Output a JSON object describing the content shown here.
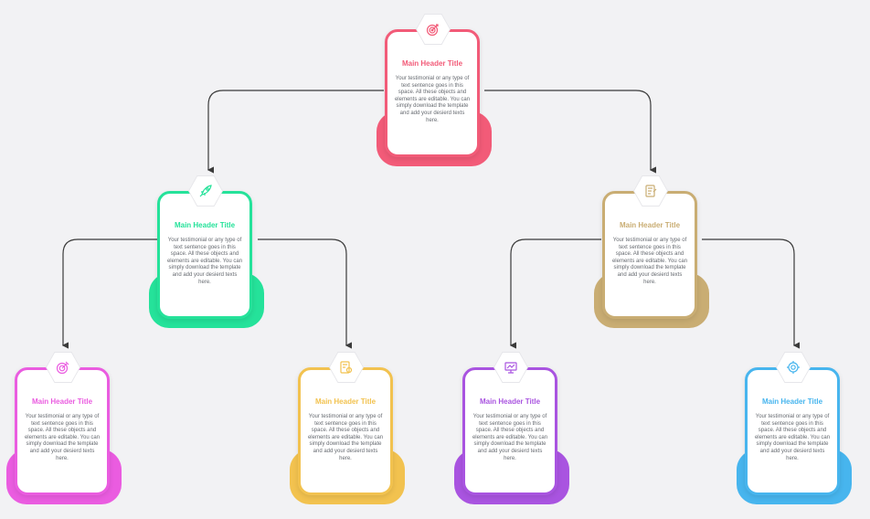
{
  "nodes": [
    {
      "id": "top",
      "title": "Main Header Title",
      "body": "Your testimonial or any type of text sentence goes in this space. All these objects and elements are editable. You can simply download the template and add your desierd texts here.",
      "color": "#f25b78",
      "icon": "target-arrow-icon"
    },
    {
      "id": "mid-left",
      "title": "Main Header Title",
      "body": "Your testimonial or any type of text sentence goes in this space. All these objects and elements are editable. You can simply download the template and add your desierd texts here.",
      "color": "#25e29a",
      "icon": "rocket-icon"
    },
    {
      "id": "mid-right",
      "title": "Main Header Title",
      "body": "Your testimonial or any type of text sentence goes in this space. All these objects and elements are editable. You can simply download the template and add your desierd texts here.",
      "color": "#c9ad73",
      "icon": "checklist-icon"
    },
    {
      "id": "bottom-1",
      "title": "Main Header Title",
      "body": "Your testimonial or any type of text sentence goes in this space. All these objects and elements are editable. You can simply download the template and add your desierd texts here.",
      "color": "#ea5ce0",
      "icon": "dartboard-icon"
    },
    {
      "id": "bottom-2",
      "title": "Main Header Title",
      "body": "Your testimonial or any type of text sentence goes in this space. All these objects and elements are editable. You can simply download the template and add your desierd texts here.",
      "color": "#f2c24f",
      "icon": "document-settings-icon"
    },
    {
      "id": "bottom-3",
      "title": "Main Header Title",
      "body": "Your testimonial or any type of text sentence goes in this space. All these objects and elements are editable. You can simply download the template and add your desierd texts here.",
      "color": "#a954e0",
      "icon": "presentation-chart-icon"
    },
    {
      "id": "bottom-4",
      "title": "Main Header Title",
      "body": "Your testimonial or any type of text sentence goes in this space. All these objects and elements are editable. You can simply download the template and add your desierd texts here.",
      "color": "#47b5ee",
      "icon": "target-gear-icon"
    }
  ]
}
